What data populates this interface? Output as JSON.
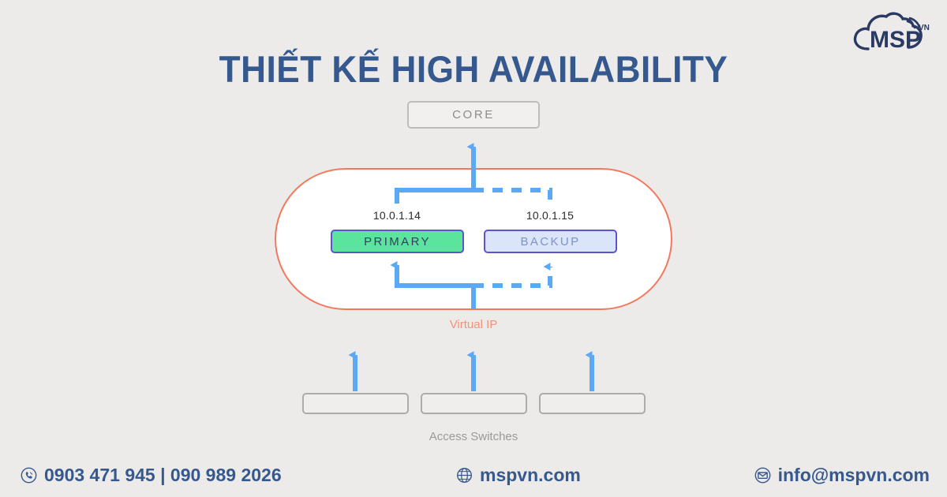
{
  "page": {
    "background_color": "#EDEBE9",
    "title": "THIẾT KẾ HIGH AVAILABILITY",
    "title_color": "#35598F"
  },
  "logo": {
    "name": "msp-logo",
    "text": "MSP",
    "superscript": "VN",
    "color": "#2B3A63"
  },
  "diagram": {
    "core": {
      "label": "CORE",
      "border_color": "#BFBDBB",
      "text_color": "#8C8C8C"
    },
    "ha_pill": {
      "border_color": "#F2795E",
      "fill_color": "#FFFFFF"
    },
    "nodes": [
      {
        "id": "primary",
        "label": "PRIMARY",
        "ip": "10.0.1.14",
        "fill_color": "#5BE49B",
        "border_color": "#5B53CF",
        "text_color": "#3A3A66",
        "link_style": "solid"
      },
      {
        "id": "backup",
        "label": "BACKUP",
        "ip": "10.0.1.15",
        "fill_color": "#DAE5FA",
        "border_color": "#5B53CF",
        "text_color": "#7E93C6",
        "link_style": "dashed"
      }
    ],
    "virtual_ip_label": "Virtual IP",
    "virtual_ip_color": "#F59179",
    "access": {
      "label": "Access Switches",
      "label_color": "#9A9A9A",
      "switches": [
        "",
        "",
        ""
      ],
      "border_color": "#ACACAC"
    },
    "link_color": "#5BA8F5"
  },
  "footer": {
    "phone": "0903 471 945  | 090 989 2026",
    "website": "mspvn.com",
    "email": "info@mspvn.com",
    "color": "#35598F"
  }
}
